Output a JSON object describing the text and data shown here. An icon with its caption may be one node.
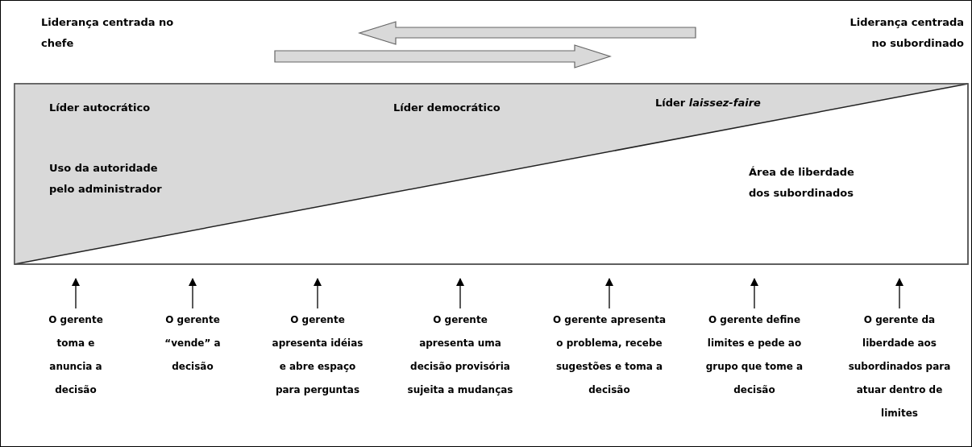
{
  "diagram": {
    "nodes": [
      {
        "text": [
          "O gerente toma e anuncia a decisão"
        ]
      },
      {
        "text": [
          "O gerente “vende” a decisão"
        ]
      },
      {
        "text": [
          "O gerente apresenta idéias e abre espaço para perguntas"
        ]
      },
      {
        "text": [
          "O gerente apresenta uma decisão provisória sujeita a mudanças"
        ]
      },
      {
        "text": [
          "O gerente apresenta o problema, recebe sugestões e toma a decisão"
        ]
      },
      {
        "text": [
          "O gerente define limites e pede ao grupo que tome a decisão"
        ]
      },
      {
        "text": [
          "O gerente da liberdade aos subordinados para atuar dentro de limites"
        ]
      }
    ],
    "edges": [
      {
        "from": 0,
        "to": null,
        "arrow": "to"
      },
      {
        "from": 1,
        "to": null,
        "arrow": "to"
      },
      {
        "from": 2,
        "to": null,
        "arrow": "to"
      },
      {
        "from": 3,
        "to": null,
        "arrow": "to"
      },
      {
        "from": 4,
        "to": null,
        "arrow": "to"
      },
      {
        "from": 5,
        "to": null,
        "arrow": "to"
      },
      {
        "from": 6,
        "to": null,
        "arrow": "to"
      }
    ],
    "labels": [
      "Liderança centrada no chefe",
      "Liderança centrada no subordinado",
      "Líder autocrático",
      "Líder democrático",
      "Líder *laissez-faire*",
      "Uso da autoridade pelo administrador",
      "Área de liberdade dos subordinados"
    ]
  }
}
